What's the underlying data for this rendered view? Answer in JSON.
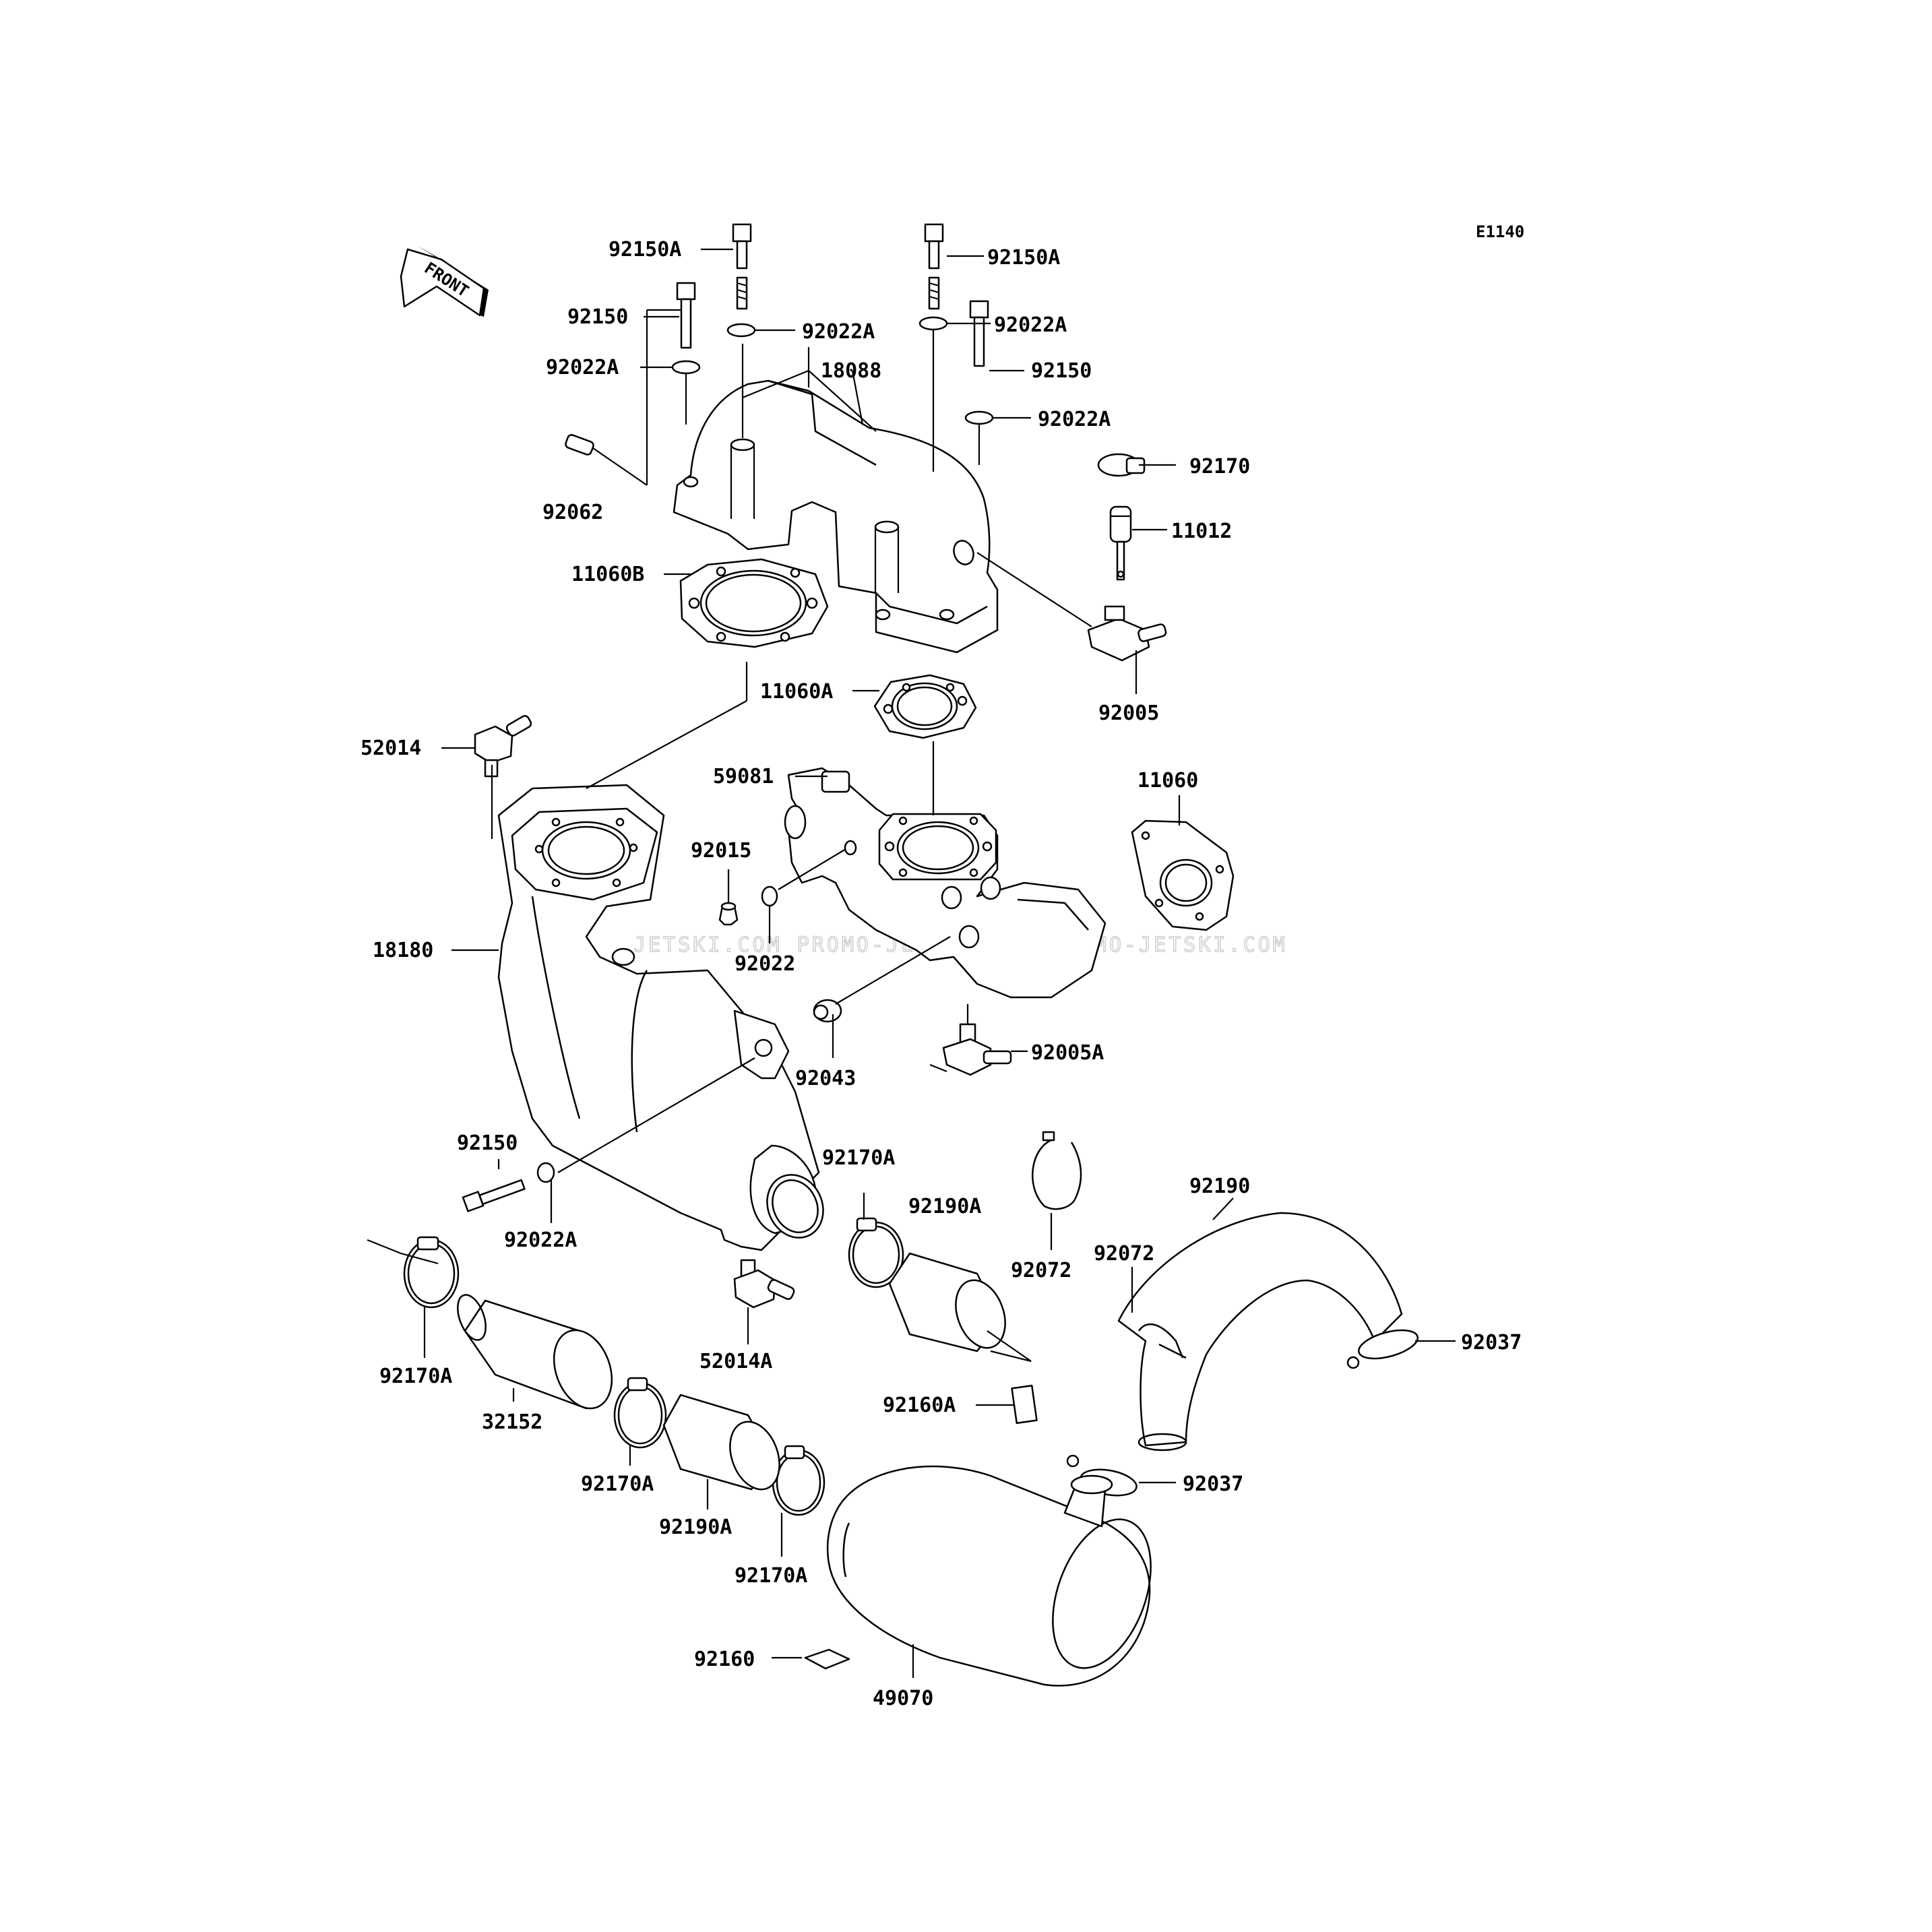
{
  "diagram_code": "E1140",
  "front_label": "FRONT",
  "watermark": "JETSKI.COM PROMO-JETSKI.COM PROMO-JETSKI.COM",
  "callouts": {
    "c92150A_l": "92150A",
    "c92150A_r": "92150A",
    "c92150_tl": "92150",
    "c92022A_t": "92022A",
    "c92022A_tr": "92022A",
    "c92022A_l": "92022A",
    "c18088": "18088",
    "c92150_r": "92150",
    "c92022A_r": "92022A",
    "c92170": "92170",
    "c92062": "92062",
    "c11012": "11012",
    "c11060B": "11060B",
    "c92005": "92005",
    "c11060A": "11060A",
    "c52014": "52014",
    "c59081": "59081",
    "c11060": "11060",
    "c92015": "92015",
    "c18180": "18180",
    "c92022": "92022",
    "c92043": "92043",
    "c92005A": "92005A",
    "c92150_b": "92150",
    "c92022A_b": "92022A",
    "c92170A_a": "92170A",
    "c92190A_a": "92190A",
    "c92072_a": "92072",
    "c92190": "92190",
    "c92072_b": "92072",
    "c92037_a": "92037",
    "c92170A_b": "92170A",
    "c32152": "32152",
    "c52014A": "52014A",
    "c92160A": "92160A",
    "c92170A_c": "92170A",
    "c92190A_b": "92190A",
    "c92037_b": "92037",
    "c92170A_d": "92170A",
    "c92160": "92160",
    "c49070": "49070"
  }
}
